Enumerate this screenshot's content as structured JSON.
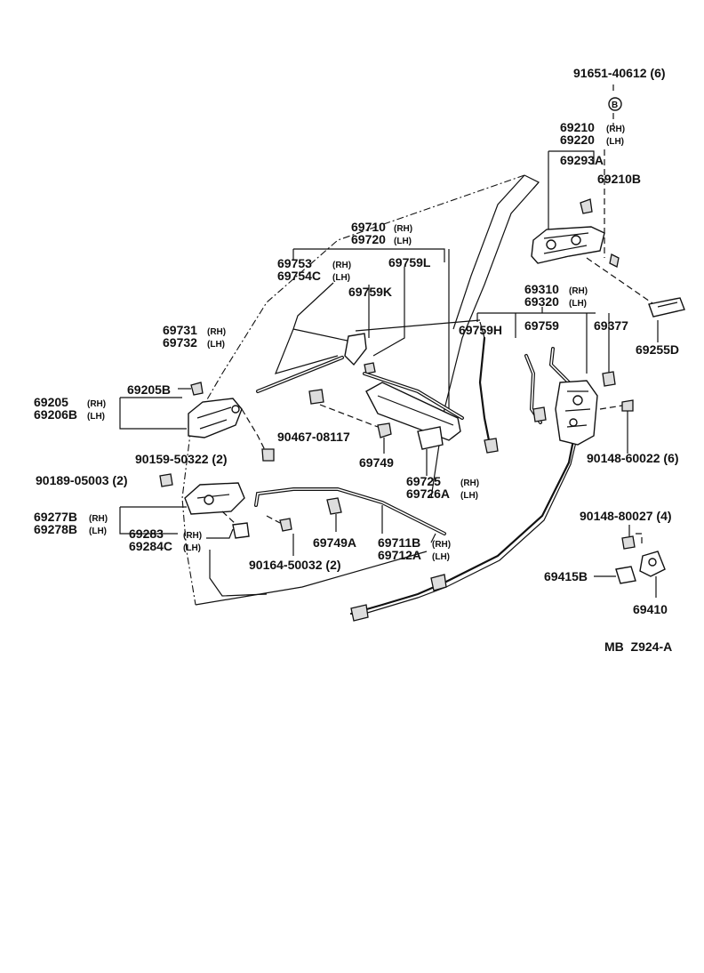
{
  "labels": {
    "p91651": "91651-40612 (6)",
    "markerB": "B",
    "p69210": "69210",
    "p69220": "69220",
    "p69293A": "69293A",
    "p69210B": "69210B",
    "p69710": "69710",
    "p69720": "69720",
    "p69753": "69753",
    "p69754C": "69754C",
    "p69759L": "69759L",
    "p69759K": "69759K",
    "p69310": "69310",
    "p69320": "69320",
    "p69759H": "69759H",
    "p69759": "69759",
    "p69377": "69377",
    "p69255D": "69255D",
    "p69731": "69731",
    "p69732": "69732",
    "p69205": "69205",
    "p69206B": "69206B",
    "p69205B": "69205B",
    "p90467": "90467-08117",
    "p69749": "69749",
    "p90159": "90159-50322 (2)",
    "p90148a": "90148-60022 (6)",
    "p90189": "90189-05003 (2)",
    "p69725": "69725",
    "p69726A": "69726A",
    "p69277B": "69277B",
    "p69278B": "69278B",
    "p69283": "69283",
    "p69284C": "69284C",
    "p69749A": "69749A",
    "p69711B": "69711B",
    "p69712A": "69712A",
    "p90164": "90164-50032 (2)",
    "p90148b": "90148-80027 (4)",
    "p69415B": "69415B",
    "p69410": "69410",
    "footer": "MB  Z924-A"
  },
  "suffix": {
    "rh": "(RH)",
    "lh": "(LH)"
  }
}
